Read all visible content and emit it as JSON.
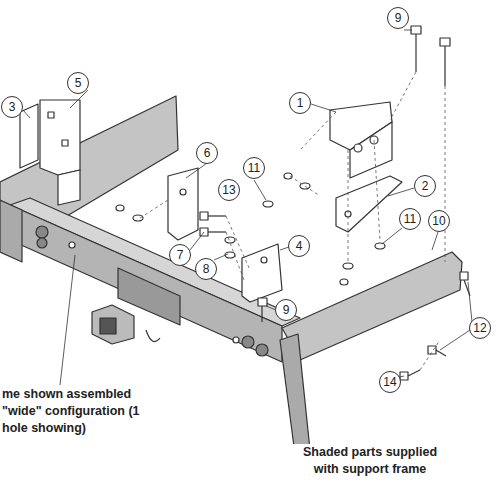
{
  "diagram": {
    "labels": [
      "5",
      "3",
      "9",
      "1",
      "6",
      "11",
      "13",
      "2",
      "11",
      "10",
      "7",
      "8",
      "4",
      "9",
      "12",
      "14",
      "me shown assembled \"wide\" configuration (1 hole showing)",
      "Shaded parts supplied with support frame"
    ]
  }
}
